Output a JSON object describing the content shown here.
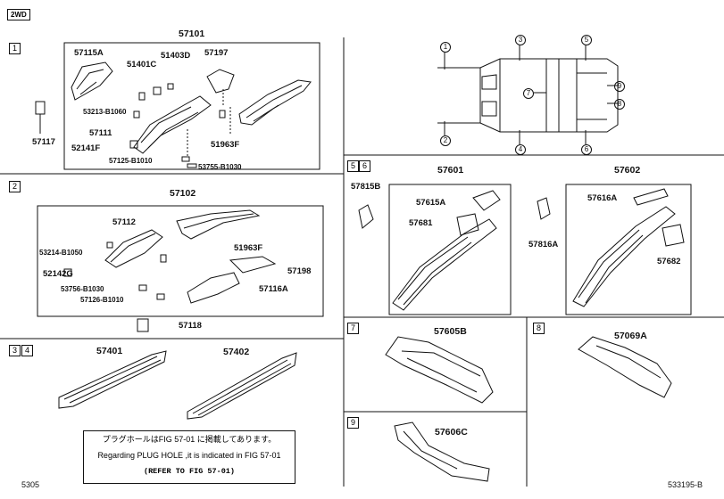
{
  "drive_tag": "2WD",
  "sections": {
    "s1": "1",
    "s2": "2",
    "s34": [
      "3",
      "4"
    ],
    "s56": [
      "5",
      "6"
    ],
    "s7": "7",
    "s8": "8",
    "s9": "9"
  },
  "parts": {
    "p57101": "57101",
    "p57115A": "57115A",
    "p51401C": "51401C",
    "p51403D": "51403D",
    "p57197": "57197",
    "p53213": "53213-B1060",
    "p57111": "57111",
    "p52141F": "52141F",
    "p57125": "57125-B1010",
    "p53755": "53755-B1030",
    "p51963F_1": "51963F",
    "p57117": "57117",
    "p57102": "57102",
    "p57112": "57112",
    "p53214": "53214-B1050",
    "p51963F_2": "51963F",
    "p52142G": "52142G",
    "p57198": "57198",
    "p53756": "53756-B1030",
    "p57116A": "57116A",
    "p57126": "57126-B1010",
    "p57118": "57118",
    "p57401": "57401",
    "p57402": "57402",
    "p57601": "57601",
    "p57815B": "57815B",
    "p57615A": "57615A",
    "p57681": "57681",
    "p57816A": "57816A",
    "p57602": "57602",
    "p57616A": "57616A",
    "p57682": "57682",
    "p57605B": "57605B",
    "p57069A": "57069A",
    "p57606C": "57606C"
  },
  "overview_callouts": [
    "1",
    "2",
    "3",
    "4",
    "5",
    "6",
    "7",
    "8",
    "9"
  ],
  "note": {
    "line1": "プラグホールはFIG 57-01 に掲載してあります。",
    "line2": "Regarding PLUG HOLE ,it is indicated in FIG 57-01",
    "line3": "(REFER TO FIG 57-01)"
  },
  "footer": {
    "left": "5305",
    "right": "533195-B"
  },
  "colors": {
    "ink": "#111111",
    "background": "#ffffff"
  }
}
